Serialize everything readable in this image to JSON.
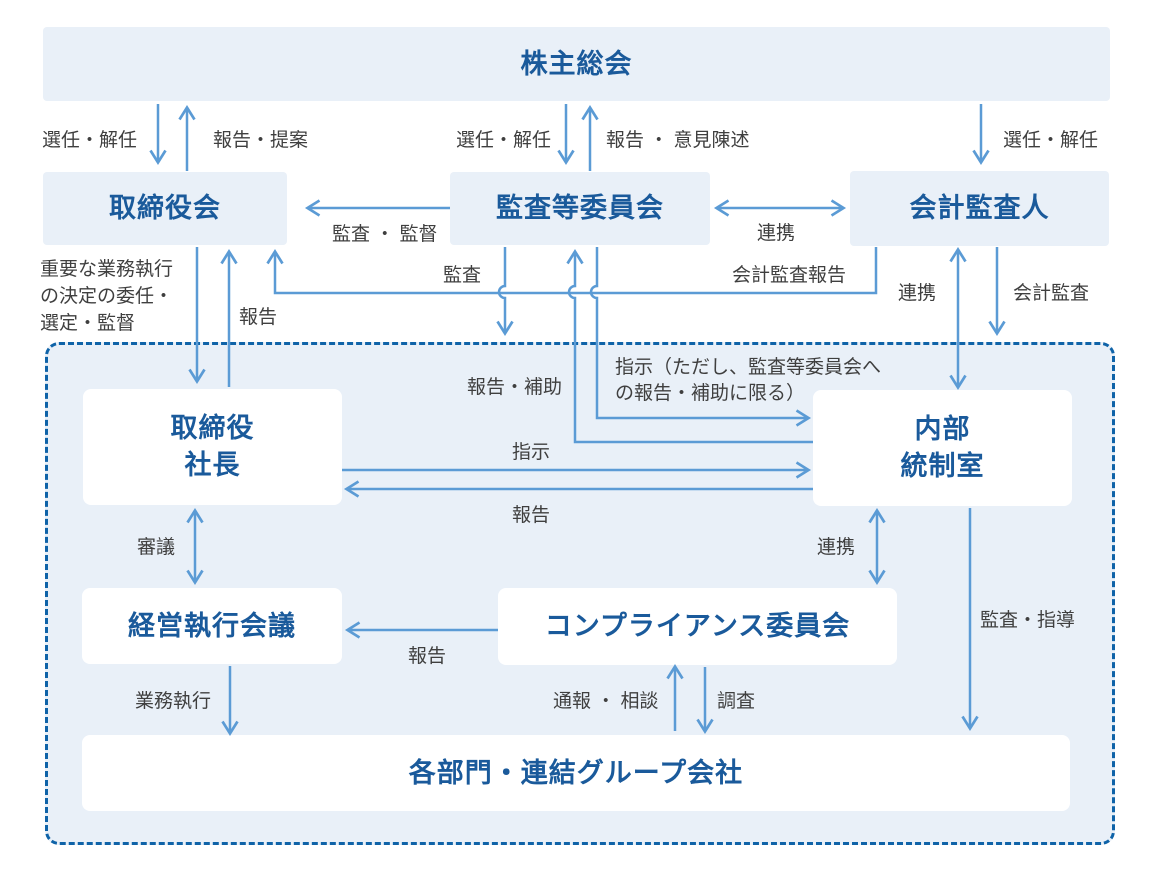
{
  "diagram": {
    "nodes": {
      "shareholders": "株主総会",
      "board": "取締役会",
      "audit_committee": "監査等委員会",
      "accounting_auditor": "会計監査人",
      "president": {
        "line1": "取締役",
        "line2": "社長"
      },
      "internal_control": {
        "line1": "内部",
        "line2": "統制室"
      },
      "management_meeting": "経営執行会議",
      "compliance_committee": "コンプライアンス委員会",
      "departments": "各部門・連結グループ会社"
    },
    "labels": {
      "appoint_board": "選任・解任",
      "report_proposal": "報告・提案",
      "appoint_committee": "選任・解任",
      "report_opinion": "報告 ・ 意見陳述",
      "appoint_auditor": "選任・解任",
      "audit_supervision": "監査 ・ 監督",
      "cooperation_top": "連携",
      "delegation": {
        "line1": "重要な業務執行",
        "line2": "の決定の委任・",
        "line3": "選定・監督"
      },
      "report_to_board": "報告",
      "audit_down": "監査",
      "accounting_audit_report": "会計監査報告",
      "cooperation_auditor": "連携",
      "accounting_audit": "会計監査",
      "report_assist": "報告・補助",
      "instruction_note": {
        "line1": "指示（ただし、監査等委員会へ",
        "line2": "の報告・補助に限る）"
      },
      "instruction": "指示",
      "report_to_president": "報告",
      "deliberation": "審議",
      "cooperation_compliance": "連携",
      "audit_guidance": "監査・指導",
      "report_to_meeting": "報告",
      "business_execution": "業務執行",
      "whistle_consult": "通報 ・ 相談",
      "investigation": "調査"
    },
    "colors": {
      "node_fill": "#e9f0f8",
      "node_text": "#1a5a9b",
      "arrow": "#5b9bd5",
      "dashed_border": "#0f63a8",
      "label_text": "#3f3f3f",
      "inner_node_fill": "#ffffff"
    }
  }
}
